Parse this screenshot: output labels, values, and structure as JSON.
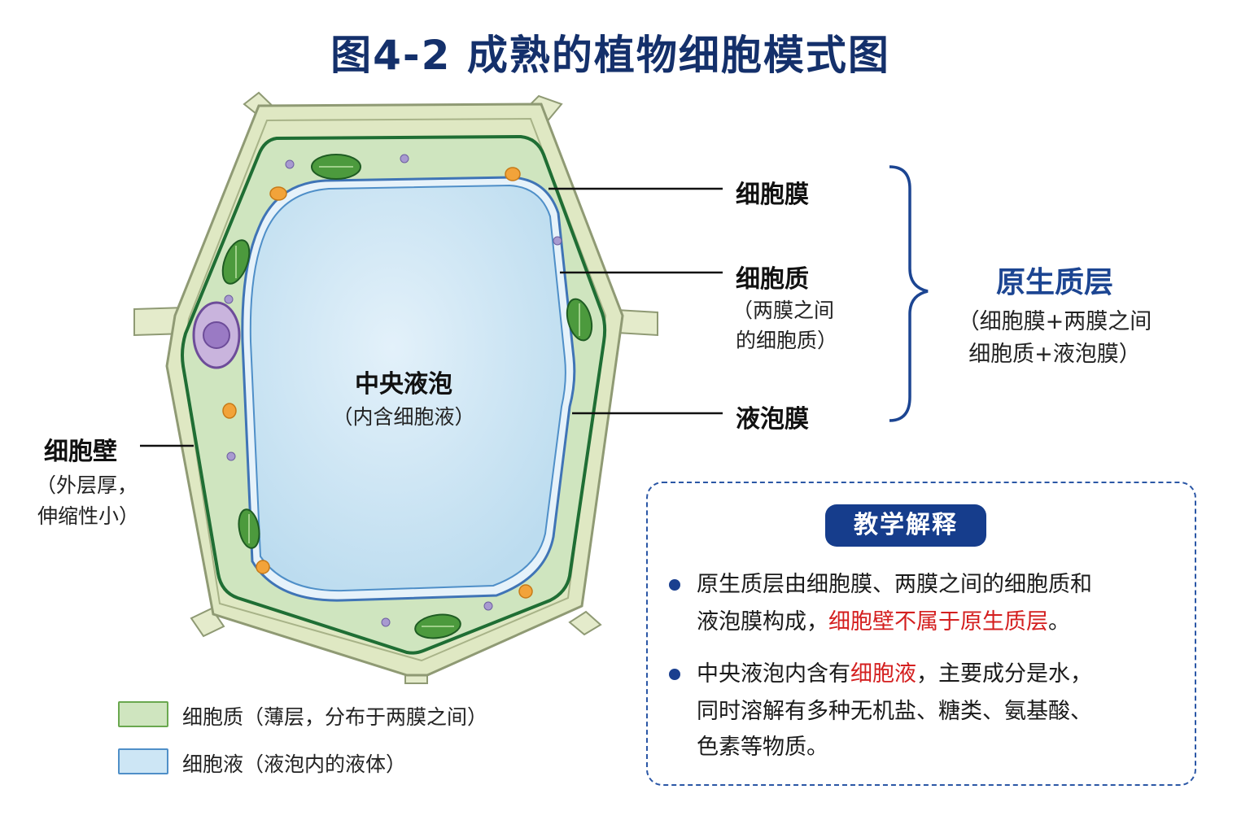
{
  "title": "图4-2  成熟的植物细胞模式图",
  "labels": {
    "cell_membrane": "细胞膜",
    "cytoplasm": "细胞质",
    "cytoplasm_note_1": "（两膜之间",
    "cytoplasm_note_2": "的细胞质）",
    "tonoplast": "液泡膜",
    "cell_wall": "细胞壁",
    "cell_wall_note_1": "（外层厚，",
    "cell_wall_note_2": "伸缩性小）",
    "vacuole": "中央液泡",
    "vacuole_note": "（内含细胞液）"
  },
  "protoplast": {
    "title": "原生质层",
    "desc_1": "（细胞膜+两膜之间",
    "desc_2": "细胞质+液泡膜）"
  },
  "legend": [
    {
      "label": "细胞质（薄层，分布于两膜之间）",
      "color": "#cfe5bf",
      "border": "#6aa84f"
    },
    {
      "label": "细胞液（液泡内的液体）",
      "color": "#cde6f5",
      "border": "#4f8fc8"
    }
  ],
  "explanation": {
    "title": "教学解释",
    "b1_l1": "原生质层由细胞膜、两膜之间的细胞质和",
    "b1_l2a": "液泡膜构成，",
    "b1_l2b": "细胞壁不属于原生质层",
    "b1_l2c": "。",
    "b2_l1a": "中央液泡内含有",
    "b2_l1b": "细胞液",
    "b2_l1c": "，主要成分是水，",
    "b2_l2": "同时溶解有多种无机盐、糖类、氨基酸、",
    "b2_l3": "色素等物质。"
  },
  "colors": {
    "title": "#14306b",
    "accent": "#1c4592",
    "highlight": "#d41f1f",
    "cell_wall": "#dfe8c3",
    "cytoplasm": "#cfe5bf",
    "membrane": "#1f6e34",
    "vacuole": "#cde6f5"
  }
}
